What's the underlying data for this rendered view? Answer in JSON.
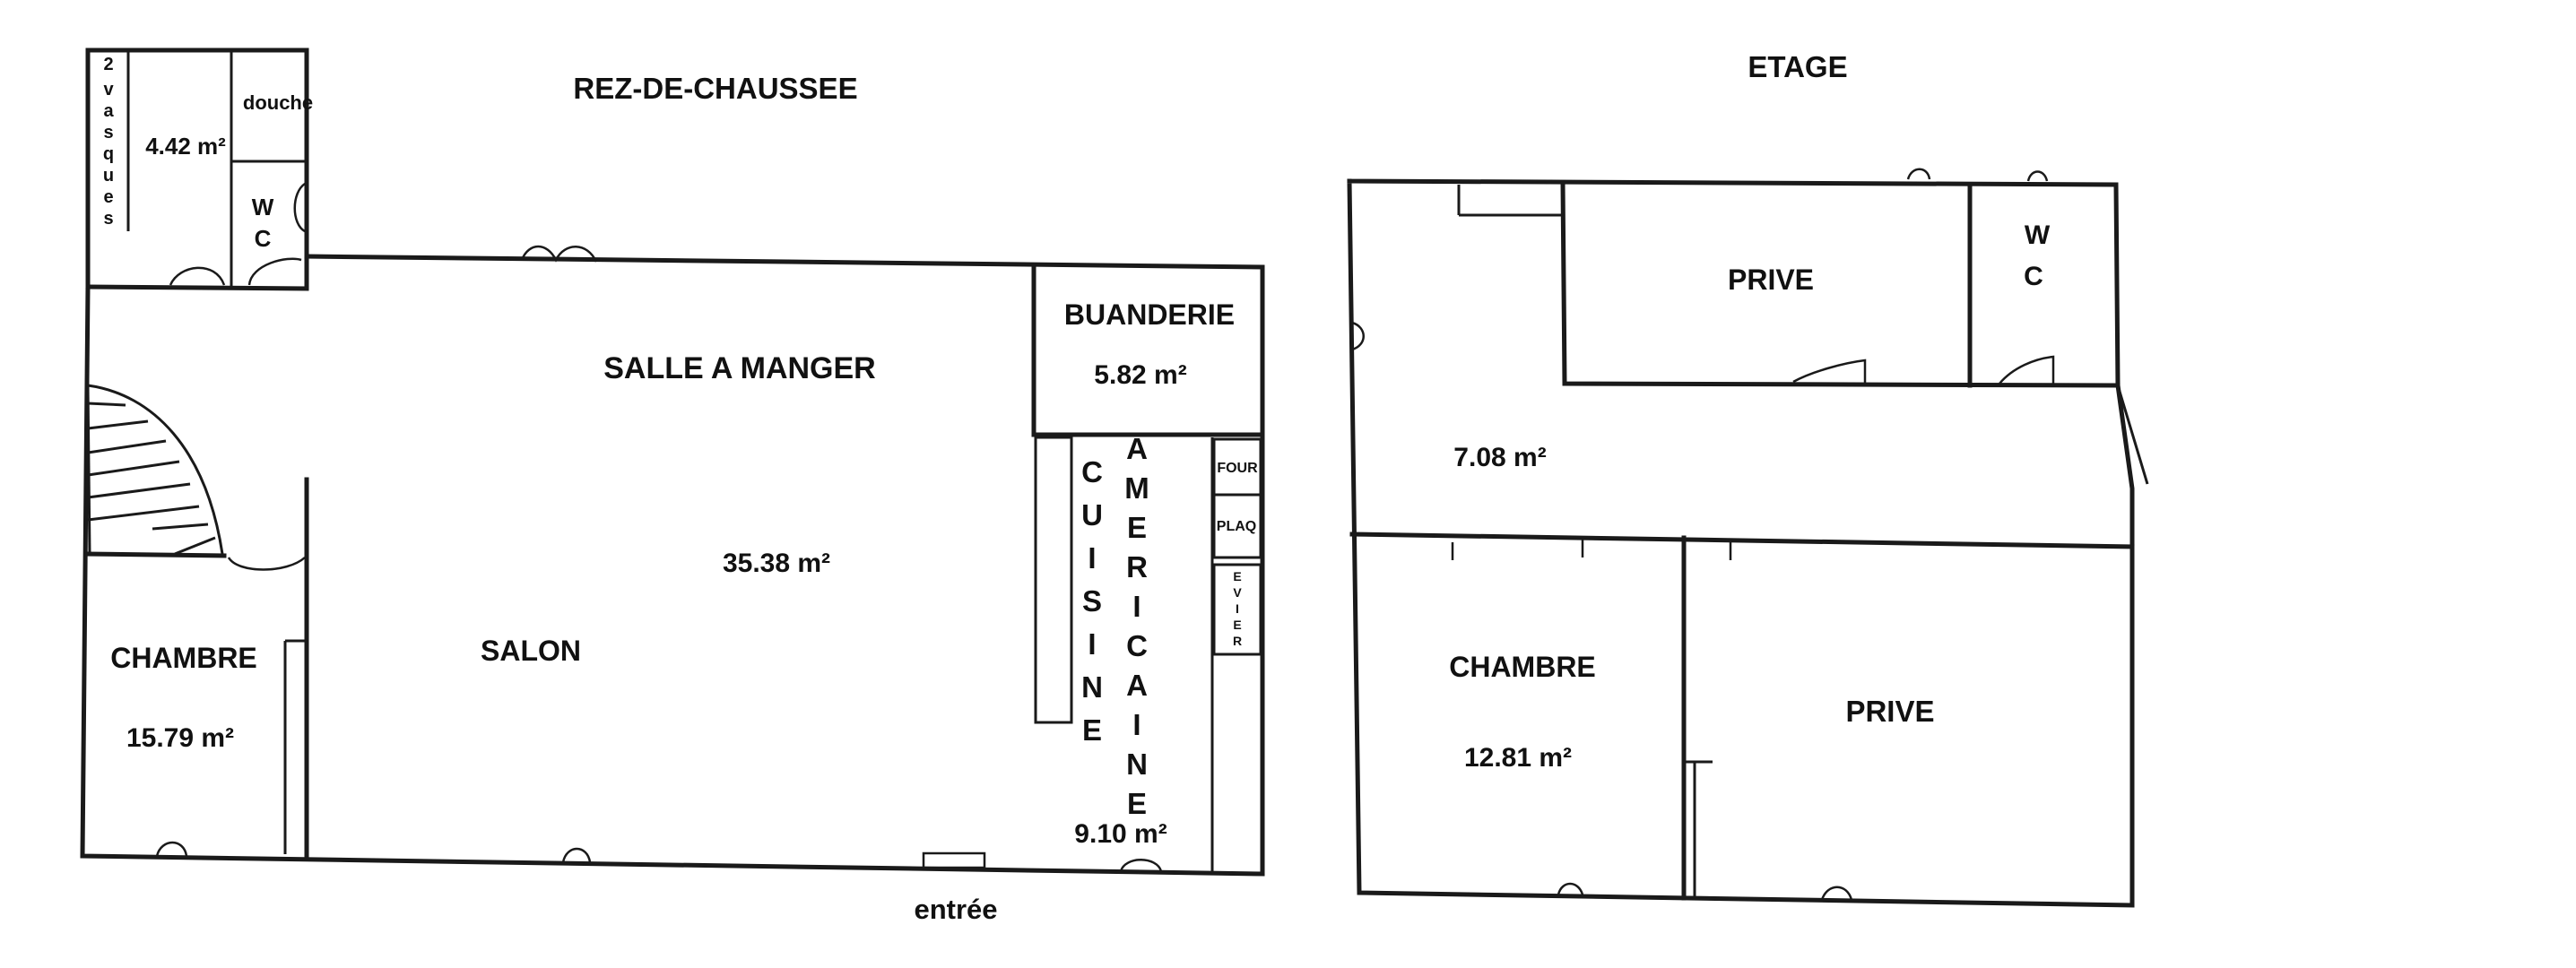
{
  "ground_floor": {
    "title": "REZ-DE-CHAUSSEE",
    "bathroom": {
      "vasques_label": "2 vasques",
      "vasques_letters": [
        "2",
        "v",
        "a",
        "s",
        "q",
        "u",
        "e",
        "s"
      ],
      "shower_label": "douche",
      "area": "4.42 m²",
      "wc_letters": [
        "W",
        "C"
      ]
    },
    "laundry": {
      "label": "BUANDERIE",
      "area": "5.82 m²"
    },
    "dining": {
      "label": "SALLE A MANGER"
    },
    "living": {
      "label": "SALON",
      "area": "35.38 m²"
    },
    "bedroom": {
      "label": "CHAMBRE",
      "area": "15.79 m²"
    },
    "kitchen": {
      "label_line1": "CUISINE",
      "letters_line1": [
        "C",
        "U",
        "I",
        "S",
        "I",
        "N",
        "E"
      ],
      "label_line2": "AMERICAINE",
      "letters_line2": [
        "A",
        "M",
        "E",
        "R",
        "I",
        "C",
        "A",
        "I",
        "N",
        "E"
      ],
      "area": "9.10 m²",
      "oven": "FOUR",
      "hob": "PLAQ",
      "sink": "EVIER",
      "sink_letters": [
        "E",
        "V",
        "I",
        "E",
        "R"
      ]
    },
    "entrance": "entrée"
  },
  "upper_floor": {
    "title": "ETAGE",
    "landing": {
      "area": "7.08 m²"
    },
    "private_top": {
      "label": "PRIVE"
    },
    "wc": {
      "letters": [
        "W",
        "C"
      ]
    },
    "bedroom": {
      "label": "CHAMBRE",
      "area": "12.81 m²"
    },
    "private_bottom": {
      "label": "PRIVE"
    }
  }
}
